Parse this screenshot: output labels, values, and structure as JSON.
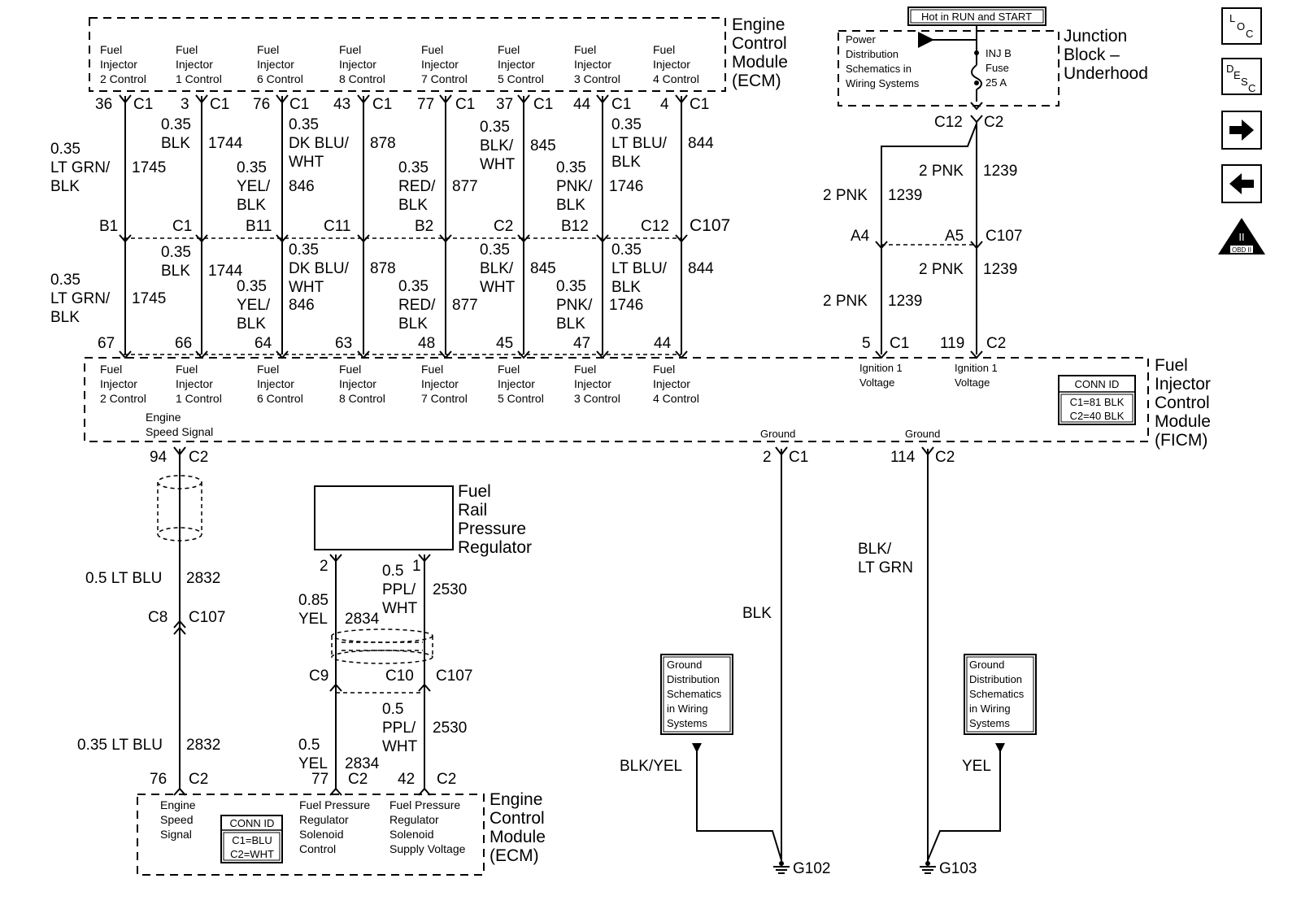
{
  "modules": {
    "ecm_top": [
      "Engine",
      "Control",
      "Module",
      "(ECM)"
    ],
    "junction": [
      "Junction",
      "Block –",
      "Underhood"
    ],
    "ficm": [
      "Fuel",
      "Injector",
      "Control",
      "Module",
      "(FICM)"
    ],
    "ecm_bottom": [
      "Engine",
      "Control",
      "Module",
      "(ECM)"
    ],
    "fprr": [
      "Fuel",
      "Rail",
      "Pressure",
      "Regulator"
    ]
  },
  "hot_in": "Hot in RUN and START",
  "power_dist": [
    "Power",
    "Distribution",
    "Schematics in",
    "Wiring Systems"
  ],
  "fuse": [
    "INJ B",
    "Fuse",
    "25 A"
  ],
  "nav": {
    "loc": "LOC",
    "desc": "DESC",
    "obd": "OBD II"
  },
  "injectors": [
    {
      "label": [
        "Fuel",
        "Injector",
        "2 Control"
      ],
      "ecm_pin": "36",
      "ecm_conn": "C1",
      "gauge": "0.35",
      "color": [
        "LT GRN/",
        "BLK"
      ],
      "circuit": "1745",
      "conn_top": "B1",
      "ficm_pin": "67"
    },
    {
      "label": [
        "Fuel",
        "Injector",
        "1 Control"
      ],
      "ecm_pin": "3",
      "ecm_conn": "C1",
      "gauge": "0.35",
      "color": [
        "BLK"
      ],
      "circuit": "1744",
      "conn_top": "C1",
      "ficm_pin": "66"
    },
    {
      "label": [
        "Fuel",
        "Injector",
        "6 Control"
      ],
      "ecm_pin": "76",
      "ecm_conn": "C1",
      "gauge": "0.35",
      "color": [
        "YEL/",
        "BLK"
      ],
      "circuit": "846",
      "conn_top": "B11",
      "ficm_pin": "64"
    },
    {
      "label": [
        "Fuel",
        "Injector",
        "8 Control"
      ],
      "ecm_pin": "43",
      "ecm_conn": "C1",
      "gauge": "0.35",
      "color": [
        "DK BLU/",
        "WHT"
      ],
      "circuit": "878",
      "conn_top": "C11",
      "ficm_pin": "63"
    },
    {
      "label": [
        "Fuel",
        "Injector",
        "7 Control"
      ],
      "ecm_pin": "77",
      "ecm_conn": "C1",
      "gauge": "0.35",
      "color": [
        "RED/",
        "BLK"
      ],
      "circuit": "877",
      "conn_top": "B2",
      "ficm_pin": "48"
    },
    {
      "label": [
        "Fuel",
        "Injector",
        "5 Control"
      ],
      "ecm_pin": "37",
      "ecm_conn": "C1",
      "gauge": "0.35",
      "color": [
        "BLK/",
        "WHT"
      ],
      "circuit": "845",
      "conn_top": "C2",
      "ficm_pin": "45"
    },
    {
      "label": [
        "Fuel",
        "Injector",
        "3 Control"
      ],
      "ecm_pin": "44",
      "ecm_conn": "C1",
      "gauge": "0.35",
      "color": [
        "PNK/",
        "BLK"
      ],
      "circuit": "1746",
      "conn_top": "B12",
      "ficm_pin": "47"
    },
    {
      "label": [
        "Fuel",
        "Injector",
        "4 Control"
      ],
      "ecm_pin": "4",
      "ecm_conn": "C1",
      "gauge": "0.35",
      "color": [
        "LT BLU/",
        "BLK"
      ],
      "circuit": "844",
      "conn_top": "C12",
      "ficm_pin": "44"
    }
  ],
  "c107": "C107",
  "ignition": {
    "left_wire": "2 PNK",
    "right_wire": "2 PNK",
    "circuit": "1239",
    "jb_c12": "C12",
    "jb_c2": "C2",
    "left_conn": "A4",
    "right_conn": "A5",
    "left_ficm_pin": "5",
    "left_ficm_conn": "C1",
    "right_ficm_pin": "119",
    "right_ficm_conn": "C2",
    "ficm_label": [
      "Ignition 1",
      "Voltage"
    ]
  },
  "ficm_conn_id": {
    "title": "CONN ID",
    "lines": [
      "C1=81 BLK",
      "C2=40 BLK"
    ]
  },
  "speed_signal": {
    "ficm_label": [
      "Engine",
      "Speed Signal"
    ],
    "ficm_pin": "94",
    "ficm_conn": "C2",
    "upper_wire": "0.5 LT BLU",
    "circuit": "2832",
    "conn_left": "C8",
    "conn_right": "C107",
    "lower_wire": "0.35 LT BLU",
    "ecm_pin": "76",
    "ecm_conn": "C2",
    "ecm_label": [
      "Engine",
      "Speed",
      "Signal"
    ]
  },
  "ecm_conn_id": {
    "title": "CONN ID",
    "lines": [
      "C1=BLU",
      "C2=WHT"
    ]
  },
  "fpr_control": {
    "reg_pin": "2",
    "upper_gauge": "0.85",
    "upper_color": "YEL",
    "circuit": "2834",
    "conn": "C9",
    "lower_gauge": "0.5",
    "lower_color": "YEL",
    "ecm_pin": "77",
    "ecm_conn": "C2",
    "ecm_label": [
      "Fuel Pressure",
      "Regulator",
      "Solenoid",
      "Control"
    ]
  },
  "fpr_supply": {
    "reg_pin": "1",
    "gauge": "0.5",
    "color": [
      "PPL/",
      "WHT"
    ],
    "circuit": "2530",
    "conn": "C10",
    "conn_right": "C107",
    "ecm_pin": "42",
    "ecm_conn": "C2",
    "ecm_label": [
      "Fuel Pressure",
      "Regulator",
      "Solenoid",
      "Supply Voltage"
    ]
  },
  "grounds": {
    "g1": {
      "ficm_label": "Ground",
      "pin": "2",
      "conn": "C1",
      "wire": "BLK",
      "branch": "BLK/YEL",
      "ref": [
        "Ground",
        "Distribution",
        "Schematics",
        "in Wiring",
        "Systems"
      ],
      "name": "G102"
    },
    "g2": {
      "ficm_label": "Ground",
      "pin": "114",
      "conn": "C2",
      "wire": [
        "BLK/",
        "LT GRN"
      ],
      "branch": "YEL",
      "ref": [
        "Ground",
        "Distribution",
        "Schematics",
        "in Wiring",
        "Systems"
      ],
      "name": "G103"
    }
  }
}
